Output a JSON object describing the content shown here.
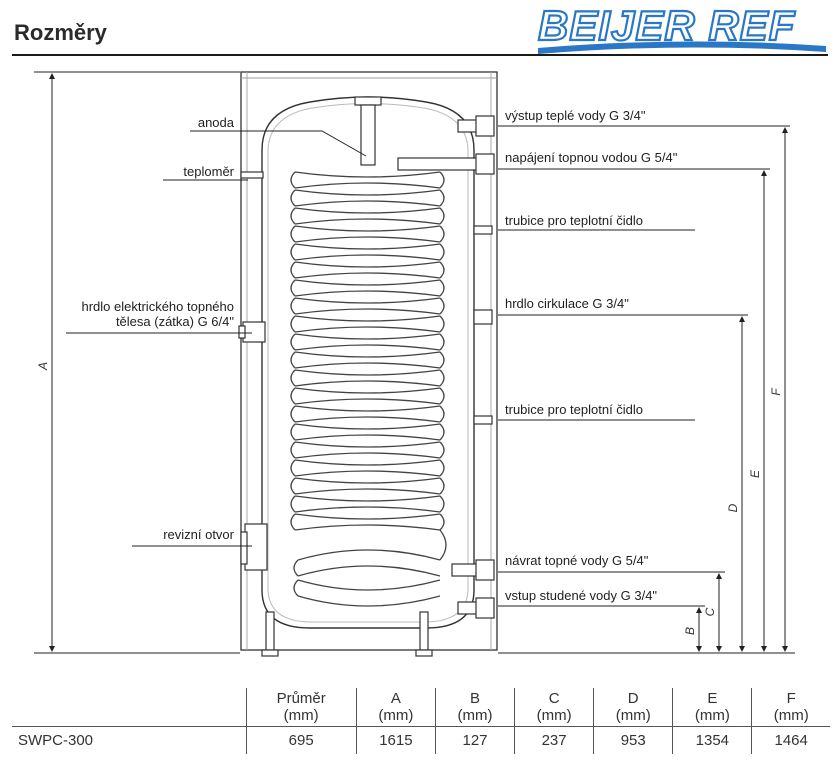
{
  "page": {
    "title": "Rozměry",
    "brand": "BEIJER REF"
  },
  "labels": {
    "anoda": "anoda",
    "teplomer": "teploměr",
    "hrdlo_el_1": "hrdlo elektrického topného",
    "hrdlo_el_2": "tělesa (zátka) G 6/4\"",
    "revizni": "revizní otvor",
    "vystup_teple": "výstup teplé vody G 3/4\"",
    "napajeni": "napájení topnou vodou G 5/4\"",
    "trubice1": "trubice pro teplotní čidlo",
    "cirkulace": "hrdlo cirkulace G 3/4\"",
    "trubice2": "trubice pro teplotní čidlo",
    "navrat": "návrat topné vody G 5/4\"",
    "vstup_studene": "vstup studené vody G 3/4\""
  },
  "dimension_letters": {
    "A": "A",
    "B": "B",
    "C": "C",
    "D": "D",
    "E": "E",
    "F": "F"
  },
  "table": {
    "headers": [
      {
        "line1": "Průměr",
        "line2": "(mm)"
      },
      {
        "line1": "A",
        "line2": "(mm)"
      },
      {
        "line1": "B",
        "line2": "(mm)"
      },
      {
        "line1": "C",
        "line2": "(mm)"
      },
      {
        "line1": "D",
        "line2": "(mm)"
      },
      {
        "line1": "E",
        "line2": "(mm)"
      },
      {
        "line1": "F",
        "line2": "(mm)"
      }
    ],
    "rows": [
      {
        "model": "SWPC-300",
        "values": [
          "695",
          "1615",
          "127",
          "237",
          "953",
          "1354",
          "1464"
        ]
      }
    ]
  }
}
